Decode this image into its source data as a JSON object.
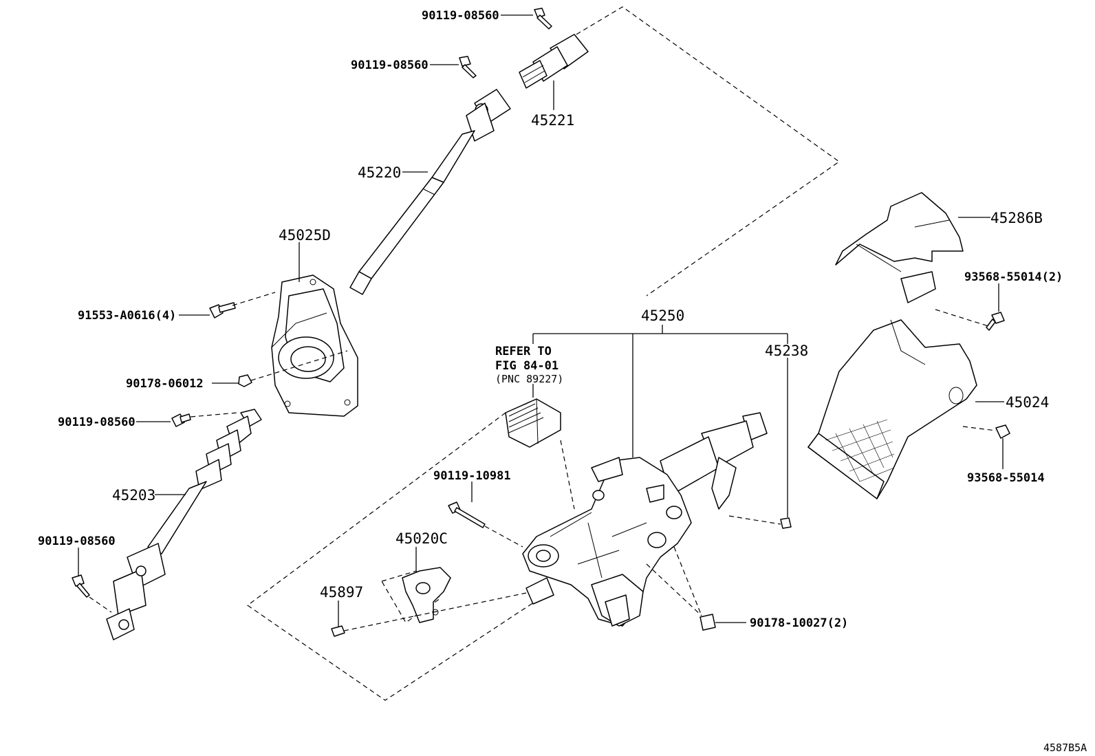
{
  "labels": {
    "p90119_08560_a": "90119-08560",
    "p90119_08560_b": "90119-08560",
    "p45221": "45221",
    "p45220": "45220",
    "p45025D": "45025D",
    "p91553": "91553-A0616(4)",
    "p90178_06012": "90178-06012",
    "p90119_08560_c": "90119-08560",
    "p45203": "45203",
    "p90119_08560_d": "90119-08560",
    "p45250": "45250",
    "refer_line1": "REFER TO",
    "refer_line2": "FIG 84-01",
    "refer_line3": "(PNC 89227)",
    "p45238": "45238",
    "p45286B": "45286B",
    "p93568_55014_2": "93568-55014(2)",
    "p45024": "45024",
    "p93568_55014": "93568-55014",
    "p90119_10981": "90119-10981",
    "p45020C": "45020C",
    "p45897": "45897",
    "p90178_10027": "90178-10027(2)",
    "figure_code": "4587B5A"
  }
}
